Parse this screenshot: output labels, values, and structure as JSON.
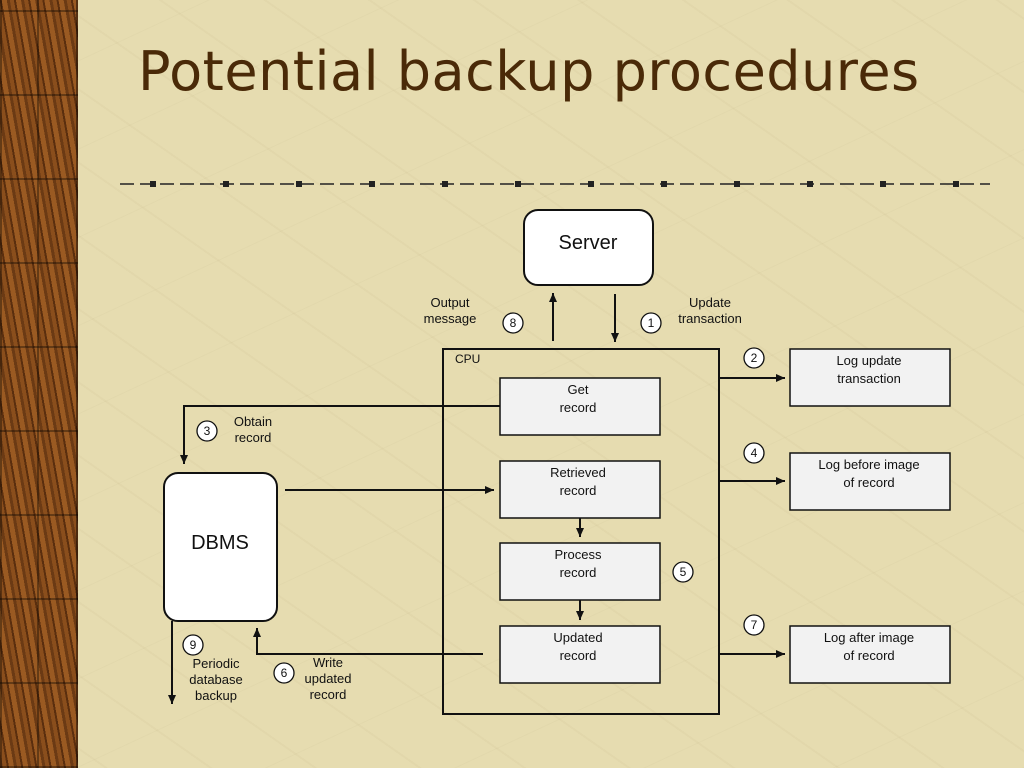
{
  "slide": {
    "title": "Potential backup procedures"
  },
  "diagram": {
    "server": "Server",
    "cpu": "CPU",
    "dbms": "DBMS",
    "cpu_steps": {
      "get_record": [
        "Get",
        "record"
      ],
      "retrieved_record": [
        "Retrieved",
        "record"
      ],
      "process_record": [
        "Process",
        "record"
      ],
      "updated_record": [
        "Updated",
        "record"
      ]
    },
    "logs": {
      "log_update": [
        "Log update",
        "transaction"
      ],
      "log_before": [
        "Log before image",
        "of record"
      ],
      "log_after": [
        "Log after image",
        "of record"
      ]
    },
    "edge_labels": {
      "output_message": [
        "Output",
        "message"
      ],
      "update_transaction": [
        "Update",
        "transaction"
      ],
      "obtain_record": [
        "Obtain",
        "record"
      ],
      "write_updated_record": [
        "Write",
        "updated",
        "record"
      ],
      "periodic_backup": [
        "Periodic",
        "database",
        "backup"
      ]
    },
    "step_numbers": {
      "n1": "1",
      "n2": "2",
      "n3": "3",
      "n4": "4",
      "n5": "5",
      "n6": "6",
      "n7": "7",
      "n8": "8",
      "n9": "9"
    }
  },
  "colors": {
    "title": "#4a2a08",
    "background": "#e6dcb0",
    "box_fill": "#f2f2f2",
    "line": "#111111"
  }
}
